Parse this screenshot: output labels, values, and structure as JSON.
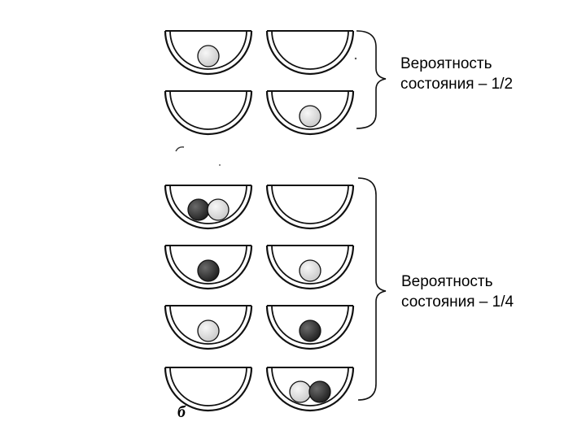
{
  "captions": {
    "top": {
      "line1": "Вероятность",
      "line2": "состояния – 1/2"
    },
    "bottom": {
      "line1": "Вероятность",
      "line2": "состояния – 1/4"
    }
  },
  "figure_letter": "б",
  "groups": [
    {
      "name": "one-ball",
      "states": [
        {
          "left": [
            "light"
          ],
          "right": []
        },
        {
          "left": [],
          "right": [
            "light"
          ]
        }
      ]
    },
    {
      "name": "two-balls",
      "states": [
        {
          "left": [
            "dark",
            "light"
          ],
          "right": []
        },
        {
          "left": [
            "dark"
          ],
          "right": [
            "light"
          ]
        },
        {
          "left": [
            "light"
          ],
          "right": [
            "dark"
          ]
        },
        {
          "left": [],
          "right": [
            "light",
            "dark"
          ]
        }
      ]
    }
  ],
  "colors": {
    "line": "#111111",
    "ball_light": "#dcdcdc",
    "ball_dark": "#2a2a2a",
    "ink": "#000000"
  }
}
